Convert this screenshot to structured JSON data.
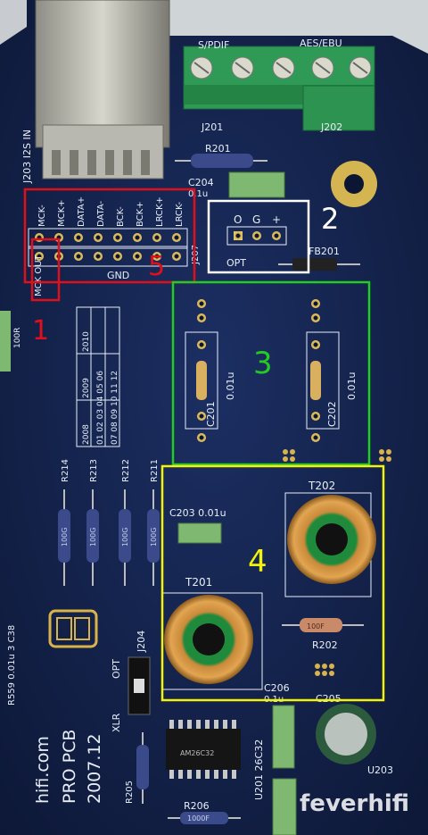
{
  "silkscreen": {
    "spdif": "S/PDIF",
    "aesebu": "AES/EBU",
    "j201": "J201",
    "j202": "J202",
    "j203_i2s": "J203 I2S IN",
    "r201": "R201",
    "c204": "C204",
    "c204_val": "0.1u",
    "fb201": "FB201",
    "j207": "J207",
    "pins": [
      "MCK-",
      "MCK+",
      "DATA+",
      "DATA-",
      "BCK-",
      "BCK+",
      "LRCK+",
      "LRCK-"
    ],
    "gnd": "GND",
    "mck_out": "MCK OUT",
    "opt_pins": [
      "O",
      "G",
      "+"
    ],
    "opt": "OPT",
    "c201": "C201",
    "c202": "C202",
    "cap_val": "0.01u",
    "t201": "T201",
    "t202": "T202",
    "c203": "C203 0.01u",
    "r202": "R202",
    "r202_band": "100F",
    "resistors": [
      "R214",
      "R213",
      "R212",
      "R211"
    ],
    "res_bands": [
      "100G",
      "100G",
      "100G",
      "100G"
    ],
    "j204": "J204",
    "xlr": "XLR",
    "opt2": "OPT",
    "c206": "C206",
    "c206_val": "0.1u",
    "c205": "C205",
    "r205": "R205",
    "r206": "R206",
    "r206_band": "1000F",
    "u201": "U201 26C32",
    "u203": "U203",
    "chip": "AM26C32",
    "brand1": "hifi.com",
    "brand2": "PRO PCB",
    "brand3": "2007.12",
    "side_text": "R559 0.01u 3 C38",
    "top_r": "100R",
    "watermark": "feverhifi",
    "date_table": {
      "years": [
        "2008",
        "2009",
        "2010"
      ],
      "rows": [
        [
          "01",
          "02",
          "03",
          "04",
          "05",
          "06"
        ],
        [
          "07",
          "08",
          "09",
          "10",
          "11",
          "12"
        ]
      ]
    }
  },
  "annotations": [
    {
      "label": "1",
      "color": "#e0101a"
    },
    {
      "label": "2",
      "color": "#ffffff"
    },
    {
      "label": "3",
      "color": "#22cc22"
    },
    {
      "label": "4",
      "color": "#f2f20a"
    },
    {
      "label": "5",
      "color": "#e0101a"
    }
  ]
}
